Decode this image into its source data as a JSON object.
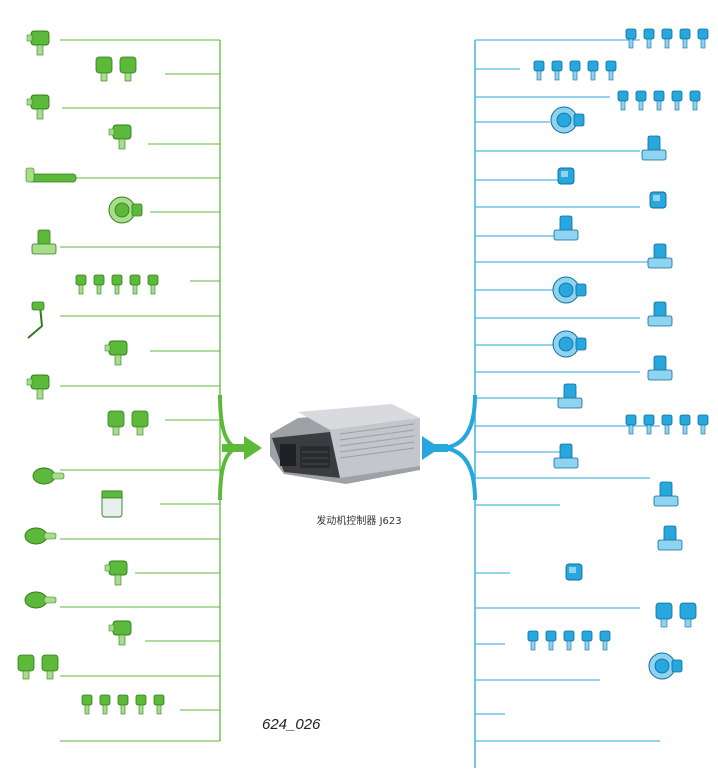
{
  "diagram": {
    "caption": "发动机控制器 J623",
    "figure_id": "624_026",
    "colors": {
      "input": "#5cb93a",
      "input_dark": "#2f7d1b",
      "input_light": "#a8dd8c",
      "output": "#27a7dd",
      "output_dark": "#0b6e9c",
      "output_light": "#8fd3f0",
      "ecu_body": "#c9ccd0",
      "ecu_dark": "#3a3c40"
    },
    "input_side": {
      "branch_count": 20,
      "components": [
        {
          "name": "sensor-icon"
        },
        {
          "name": "sensor-pair-icon"
        },
        {
          "name": "sensor-icon"
        },
        {
          "name": "sensor-icon"
        },
        {
          "name": "rail-sensor-icon"
        },
        {
          "name": "throttle-body-icon"
        },
        {
          "name": "valve-icon"
        },
        {
          "name": "coil-group-icon"
        },
        {
          "name": "pedal-icon"
        },
        {
          "name": "sensor-icon"
        },
        {
          "name": "sensor-icon"
        },
        {
          "name": "sensor-pair-icon"
        },
        {
          "name": "knock-sensor-icon"
        },
        {
          "name": "fuel-level-sender-icon"
        },
        {
          "name": "temperature-sensor-icon"
        },
        {
          "name": "sensor-icon"
        },
        {
          "name": "temperature-sensor-icon"
        },
        {
          "name": "sensor-icon"
        },
        {
          "name": "sensor-pair-icon"
        },
        {
          "name": "lambda-probe-group-icon"
        }
      ]
    },
    "output_side": {
      "branch_count": 22,
      "components": [
        {
          "name": "injector-group-icon"
        },
        {
          "name": "injector-group-icon"
        },
        {
          "name": "injector-group-icon"
        },
        {
          "name": "throttle-body-icon"
        },
        {
          "name": "valve-icon"
        },
        {
          "name": "relay-icon"
        },
        {
          "name": "relay-icon"
        },
        {
          "name": "solenoid-valve-icon"
        },
        {
          "name": "solenoid-valve-icon"
        },
        {
          "name": "pump-icon"
        },
        {
          "name": "solenoid-valve-icon"
        },
        {
          "name": "pump-icon"
        },
        {
          "name": "solenoid-valve-icon"
        },
        {
          "name": "valve-icon"
        },
        {
          "name": "coil-group-icon"
        },
        {
          "name": "solenoid-valve-icon"
        },
        {
          "name": "valve-icon"
        },
        {
          "name": "actuator-icon"
        },
        {
          "name": "relay-icon"
        },
        {
          "name": "fan-pair-icon"
        },
        {
          "name": "lambda-heater-group-icon"
        },
        {
          "name": "fuel-pump-module-icon"
        }
      ]
    }
  }
}
